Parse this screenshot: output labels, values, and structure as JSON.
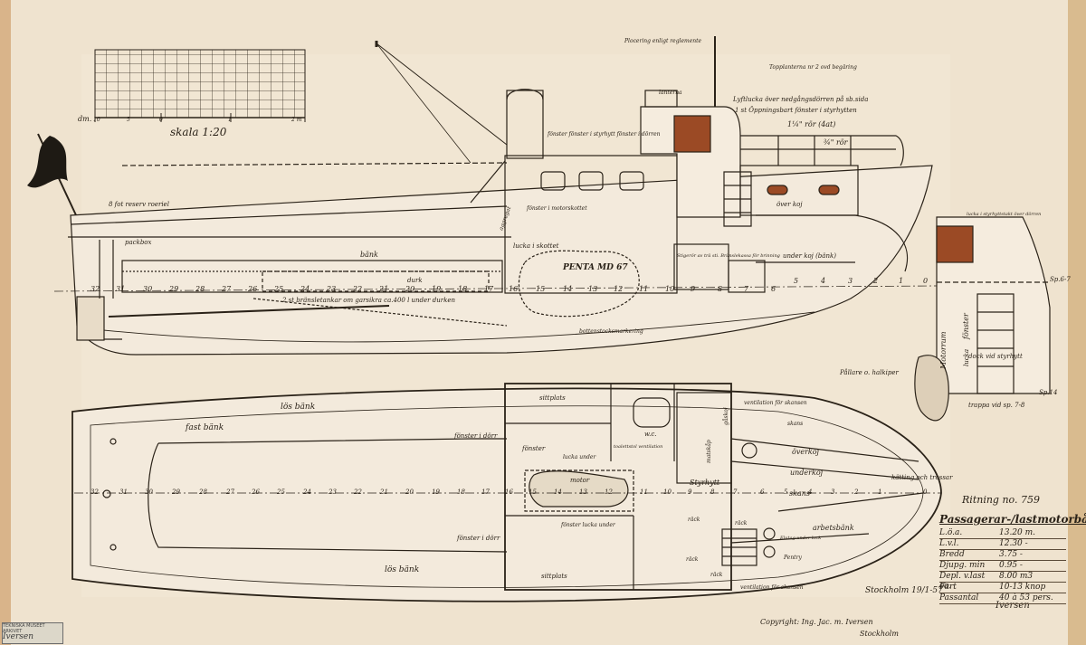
{
  "scale": {
    "label": "skala 1:20",
    "unit_left": "dm.",
    "unit_right": "2 m",
    "ticks": [
      "10",
      "5",
      "0",
      "1",
      "2 m"
    ]
  },
  "profile_labels": {
    "plocering": "Plocering enligt reglemente",
    "toppl": "Topplanterna nr 2 ovd begäring",
    "lanterna": "lanterna",
    "lyftlucka": "Lyftlucka över nedgångsdörren på sb.sida",
    "oppningsbart": "1 st Öppningsbart fönster i styrhytten",
    "ror1": "1¼\" rör (4at)",
    "ror2": "¾\" rör",
    "fonster_styrhytt": "fönster fönster i styrhytt fönster i dörren",
    "flaggstang": "8 fot reserv roeriel",
    "packbox": "packbox",
    "bank": "bänk",
    "durk": "durk",
    "bransle": "2 st bränsletankar om garsikra ca.400 l under durken",
    "fonster_motor": "fönster i motorskottet",
    "lucka": "lucka i skottet",
    "penta": "PENTA MD 67",
    "aggregat": "aggregat",
    "kojer": "över koj",
    "underkoj": "under koj (bänk)",
    "stigerör": "Stigerör av trä sti. Bränslekassa för brinning",
    "bottenstock": "bottenstocksmarkering",
    "spant": "Sp.6-7"
  },
  "frame_numbers_profile": [
    "32",
    "31",
    "30",
    "29",
    "28",
    "27",
    "26",
    "25",
    "24",
    "23",
    "22",
    "21",
    "20",
    "19",
    "18",
    "17",
    "16",
    "15",
    "14",
    "13",
    "12",
    "11",
    "10",
    "9",
    "8",
    "7",
    "6",
    "5",
    "4",
    "3",
    "2",
    "1",
    "0"
  ],
  "plan_labels": {
    "los_bank_top": "lös bänk",
    "fast_bank": "fast bänk",
    "fonster_dorr1": "fönster i dörr",
    "fonster": "fönster",
    "lucka_under": "lucka under",
    "sittplats_top": "sittplats",
    "wc": "w.c.",
    "toalettstol": "toalettstol ventilation",
    "ventilation_top": "ventilation för skansen",
    "gaskoj": "gåskoj",
    "matskap": "matskåp",
    "skanstrap": "skans",
    "overkoj": "överkoj",
    "underkoj": "underkoj",
    "skans": "skans",
    "katting": "kätting och trossar",
    "styrhytt": "Styrhytt",
    "rack1": "räck",
    "rack2": "räck",
    "rack3": "räck",
    "rack4": "räck",
    "arbetsbank": "arbetsbänk",
    "eluttag": "Elutag under lock",
    "pentry": "Pentry",
    "fonster_lucka": "fönster lucka under",
    "fonster_dorr2": "fönster i dörr",
    "los_bank_bottom": "lös bänk",
    "sittplats_bottom": "sittplats",
    "ventilation_bottom": "ventilation för skansen",
    "moter": "motor",
    "pallare": "Pållare o. halkiper"
  },
  "frame_numbers_plan": [
    "32",
    "31",
    "30",
    "29",
    "28",
    "27",
    "26",
    "25",
    "24",
    "23",
    "22",
    "21",
    "20",
    "19",
    "18",
    "17",
    "16",
    "15",
    "14",
    "13",
    "12",
    "11",
    "10",
    "9",
    "8",
    "7",
    "6",
    "5",
    "4",
    "3",
    "2",
    "1",
    "0"
  ],
  "section_labels": {
    "lucka_styrhytt": "lucka i styrhyttstakt över dörren",
    "motorrum": "Motorrum",
    "fonster": "fönster",
    "lucka": "lucka",
    "dock": "dock vid styrhytt",
    "trappa": "trappa vid sp. 7-8",
    "sp14": "Sp.14"
  },
  "title_block": {
    "drawing_no": "Ritning no. 759",
    "boat_type": "Passagerar-/lastmotorbåt",
    "specs": [
      {
        "key": "L.ö.a.",
        "value": "13.20 m."
      },
      {
        "key": "L.v.l.",
        "value": "12.30 -"
      },
      {
        "key": "Bredd",
        "value": "3.75 -"
      },
      {
        "key": "Djupg. min",
        "value": "0.95 -"
      },
      {
        "key": "Depl. v.last ca.",
        "value": "8.00 m3"
      },
      {
        "key": "Fart",
        "value": "10-13 knop"
      },
      {
        "key": "Passantal",
        "value": "40 à 53 pers."
      }
    ],
    "place_date": "Stockholm 19/1-57",
    "copyright": "Copyright: Ing. Jac. m. Iversen",
    "city": "Stockholm",
    "signature": "Iversen"
  },
  "stamp": {
    "line1": "TEKNISKA MUSEET ARKIVET",
    "mark": "Iversen"
  }
}
